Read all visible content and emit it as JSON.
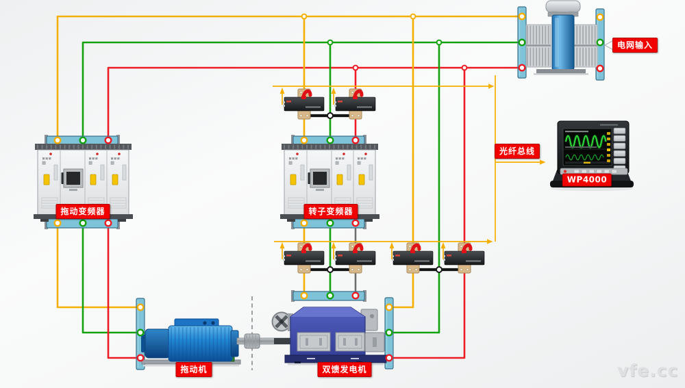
{
  "labels": {
    "grid_input": "电网输入",
    "drive_inverter": "拖动变频器",
    "rotor_inverter": "转子变频器",
    "fiber_bus": "光纤总线",
    "analyzer": "WP4000",
    "drive_motor": "拖动机",
    "generator": "双馈发电机"
  },
  "watermark": "vfe.cc",
  "colors": {
    "yellow": "#F5AF00",
    "green": "#13A10E",
    "red": "#ED1C24",
    "gray": "#6E6E6E",
    "bus": "#7EC3D8",
    "label": "#F20000",
    "link": "#161616"
  },
  "components": [
    {
      "id": "grid-transformer",
      "type": "transformer",
      "annotation": "电网输入"
    },
    {
      "id": "drive-inverter",
      "type": "converter-cabinet",
      "label": "拖动变频器"
    },
    {
      "id": "rotor-inverter",
      "type": "converter-cabinet",
      "label": "转子变频器"
    },
    {
      "id": "drive-motor",
      "type": "motor",
      "label": "拖动机"
    },
    {
      "id": "dfig-generator",
      "type": "generator",
      "label": "双馈发电机"
    },
    {
      "id": "wp4000",
      "type": "power-analyzer",
      "label": "WP4000"
    },
    {
      "id": "transducers",
      "type": "digital-transducer",
      "count": 6
    },
    {
      "id": "fiber-bus",
      "type": "fiber-optic-bus",
      "label": "光纤总线"
    }
  ],
  "phase_wire_colors": [
    "yellow",
    "green",
    "red"
  ]
}
